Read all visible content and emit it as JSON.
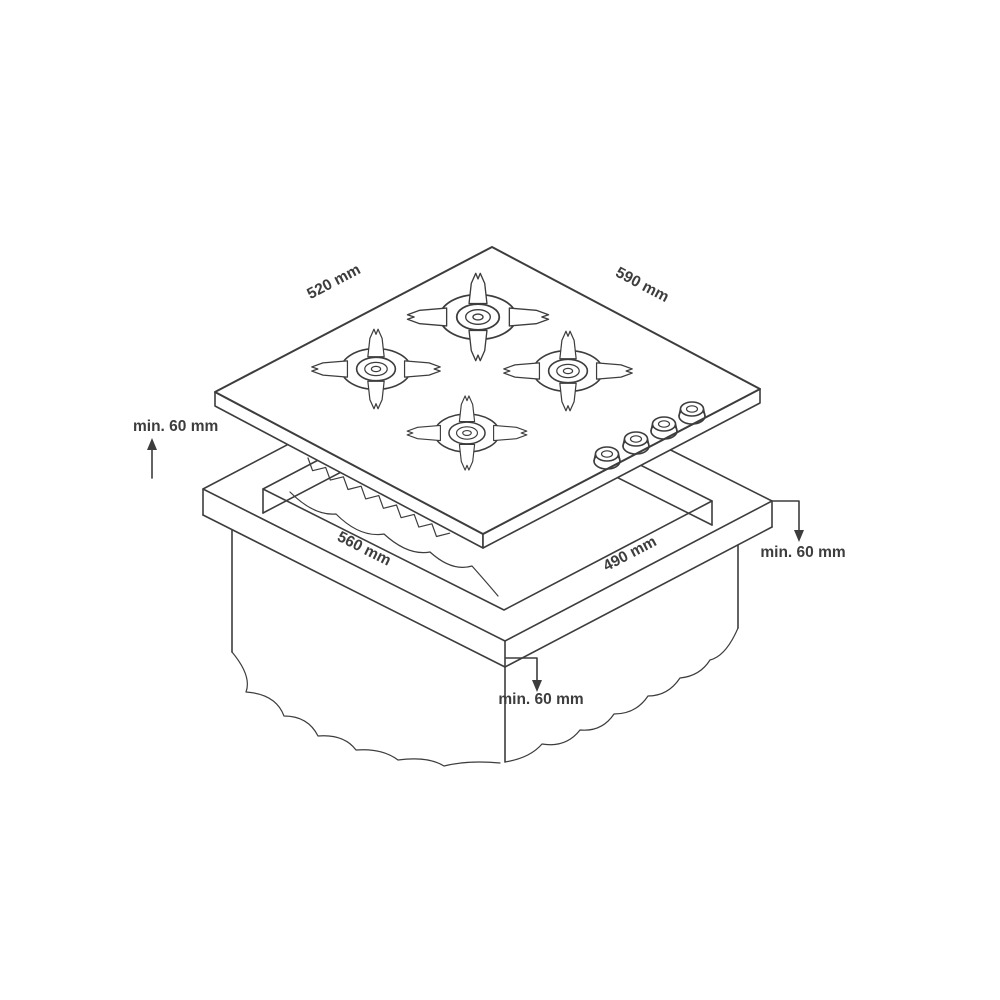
{
  "diagram": {
    "type": "installation-drawing",
    "subject": "4-burner gas hob with worktop cut-out",
    "dimensions": {
      "hob_top_left_edge": "520 mm",
      "hob_top_right_edge": "590 mm",
      "cutout_front_left_edge": "560 mm",
      "cutout_front_right_edge": "490 mm"
    },
    "clearances": {
      "left": "min. 60 mm",
      "right": "min. 60 mm",
      "bottom": "min. 60 mm"
    },
    "icons": {
      "left_arrow": "arrow-up-icon",
      "right_arrow": "arrow-down-icon",
      "bottom_arrow": "arrow-down-icon"
    },
    "colors": {
      "line": "#3d3d3d",
      "text": "#3d3d3d",
      "background": "#ffffff"
    }
  }
}
